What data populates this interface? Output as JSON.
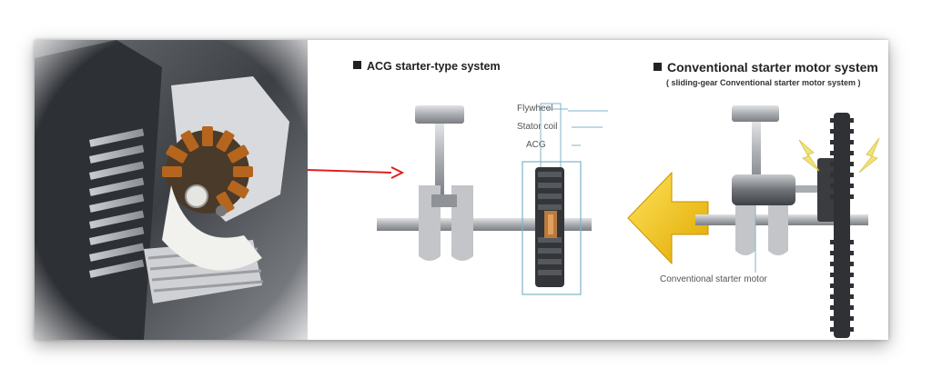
{
  "acg_system": {
    "title": "ACG starter-type system",
    "labels": {
      "flywheel": "Flywheel",
      "stator_coil": "Stator coil",
      "acg": "ACG"
    }
  },
  "conventional_system": {
    "title": "Conventional starter motor system",
    "subtitle": "( sliding-gear Conventional starter motor system )",
    "labels": {
      "starter_motor": "Conventional starter motor"
    }
  },
  "colors": {
    "pointer_arrow": "#e02020",
    "transition_arrow": "#f5c400",
    "spark": "#f2e27a",
    "callout_line": "#7fb3c9"
  },
  "icons": {
    "transition": "left-arrow-icon",
    "spark": "lightning-icon"
  }
}
